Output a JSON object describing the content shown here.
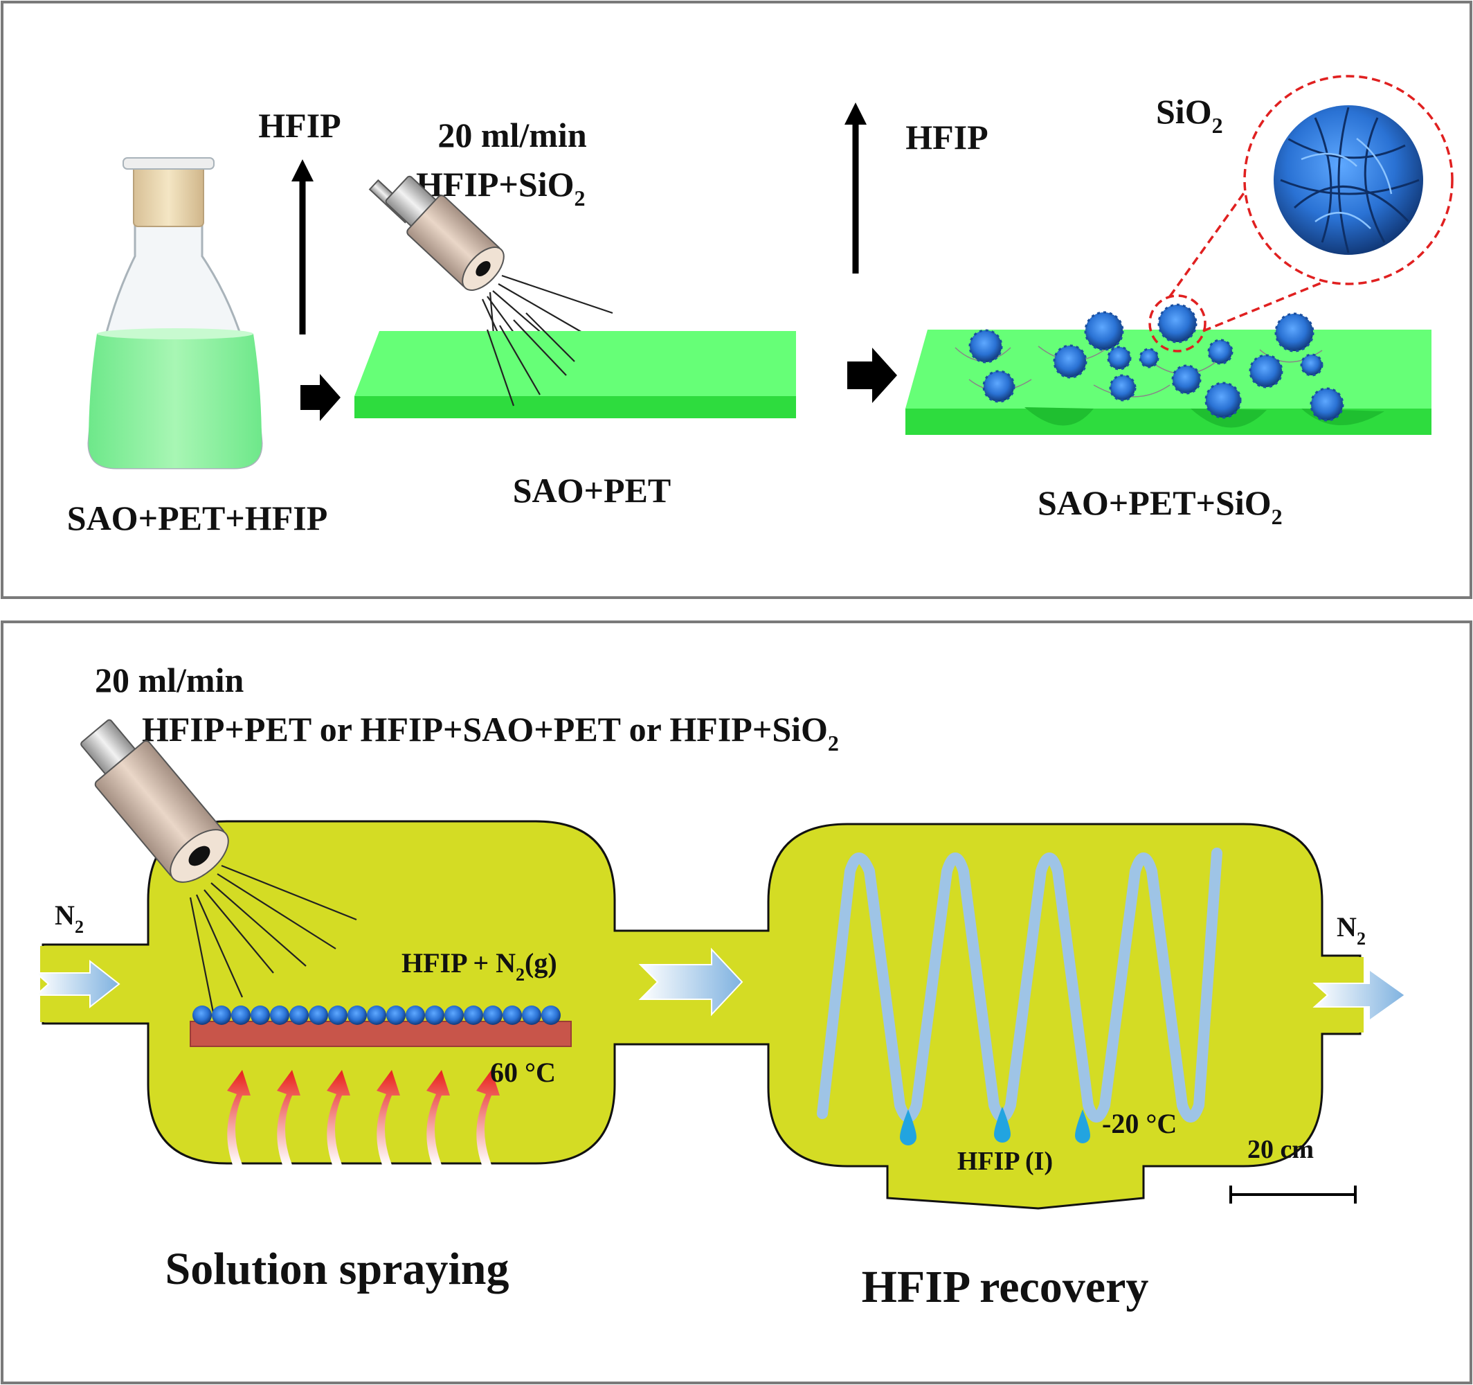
{
  "top_panel": {
    "flask_label": "SAO+PET+HFIP",
    "hfip_vapor_left": "HFIP",
    "spray_rate": "20 ml/min",
    "spray_solution_prefix": "HFIP+SiO",
    "spray_solution_sub": "2",
    "film_label": "SAO+PET",
    "hfip_vapor_right": "HFIP",
    "sio2_callout_prefix": "SiO",
    "sio2_callout_sub": "2",
    "coated_label_prefix": "SAO+PET+SiO",
    "coated_label_sub": "2"
  },
  "bottom_panel": {
    "spray_rate": "20 ml/min",
    "spray_options_prefix": "HFIP+PET  or  HFIP+SAO+PET  or  HFIP+SiO",
    "spray_options_sub": "2",
    "inlet_gas_prefix": "N",
    "inlet_gas_sub": "2",
    "outlet_gas_prefix": "N",
    "outlet_gas_sub": "2",
    "mixture_prefix": "HFIP + N",
    "mixture_sub": "2",
    "mixture_suffix": "(g)",
    "heater_temp": "60 °C",
    "condenser_temp": "-20 °C",
    "liquid_label": "HFIP (I)",
    "scale_label": "20 cm",
    "stage1_title": "Solution spraying",
    "stage2_title": "HFIP recovery"
  },
  "colors": {
    "film_green": "#5cf26a",
    "chamber_yellow": "#d4dc24",
    "sio2_blue": "#2a72d4",
    "coil_blue": "#9ec4e6",
    "heater_red": "#c8554a",
    "callout_red": "#e02020"
  },
  "icons": {
    "flask": "erlenmeyer-flask-icon",
    "nozzle": "spray-nozzle-icon",
    "arrow": "process-arrow-icon",
    "particle": "sio2-flower-icon",
    "heat": "heat-arrow-icon",
    "droplet": "droplet-icon"
  }
}
